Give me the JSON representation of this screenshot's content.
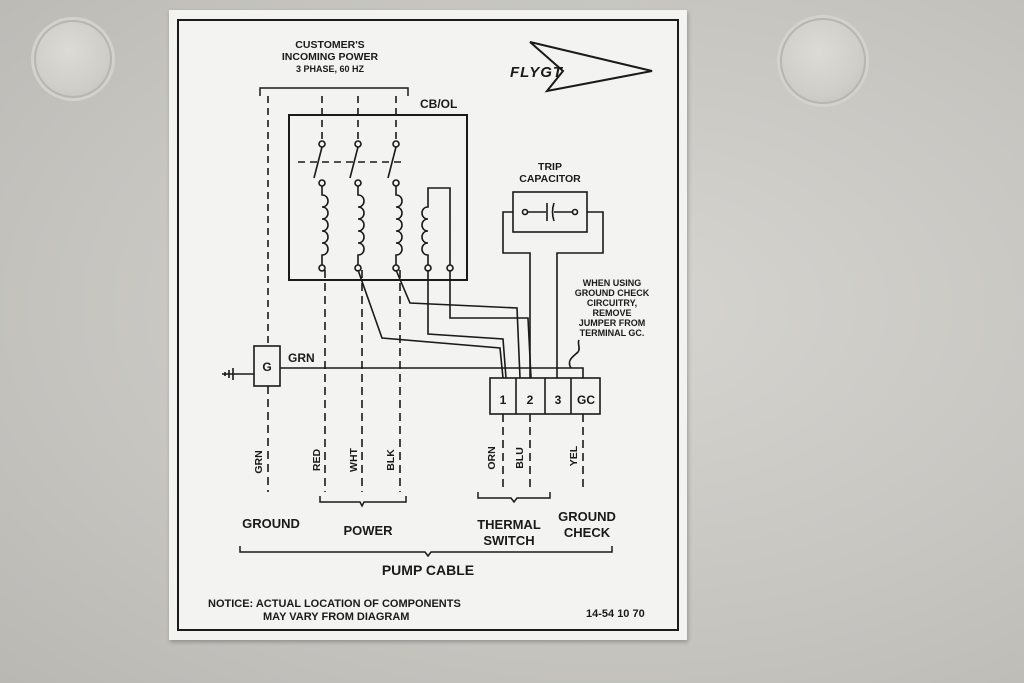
{
  "header": {
    "incoming_line1": "CUSTOMER'S",
    "incoming_line2": "INCOMING POWER",
    "incoming_line3": "3 PHASE, 60 HZ",
    "brand": "FLYGT"
  },
  "breaker": {
    "label": "CB/OL"
  },
  "capacitor": {
    "line1": "TRIP",
    "line2": "CAPACITOR"
  },
  "gc_note": {
    "line1": "WHEN USING",
    "line2": "GROUND CHECK",
    "line3": "CIRCUITRY,",
    "line4": "REMOVE",
    "line5": "JUMPER FROM",
    "line6": "TERMINAL GC."
  },
  "ground_terminal": {
    "label": "G",
    "wire": "GRN"
  },
  "terminals": [
    "1",
    "2",
    "3",
    "GC"
  ],
  "wire_colors": {
    "grn": "GRN",
    "red": "RED",
    "wht": "WHT",
    "blk": "BLK",
    "orn": "ORN",
    "blu": "BLU",
    "yel": "YEL"
  },
  "groups": {
    "ground": "GROUND",
    "power": "POWER",
    "thermal_line1": "THERMAL",
    "thermal_line2": "SWITCH",
    "gcheck_line1": "GROUND",
    "gcheck_line2": "CHECK",
    "pump_cable": "PUMP CABLE"
  },
  "notice": {
    "line1": "NOTICE: ACTUAL LOCATION OF COMPONENTS",
    "line2": "MAY VARY FROM DIAGRAM"
  },
  "part_number": "14-54 10 70"
}
